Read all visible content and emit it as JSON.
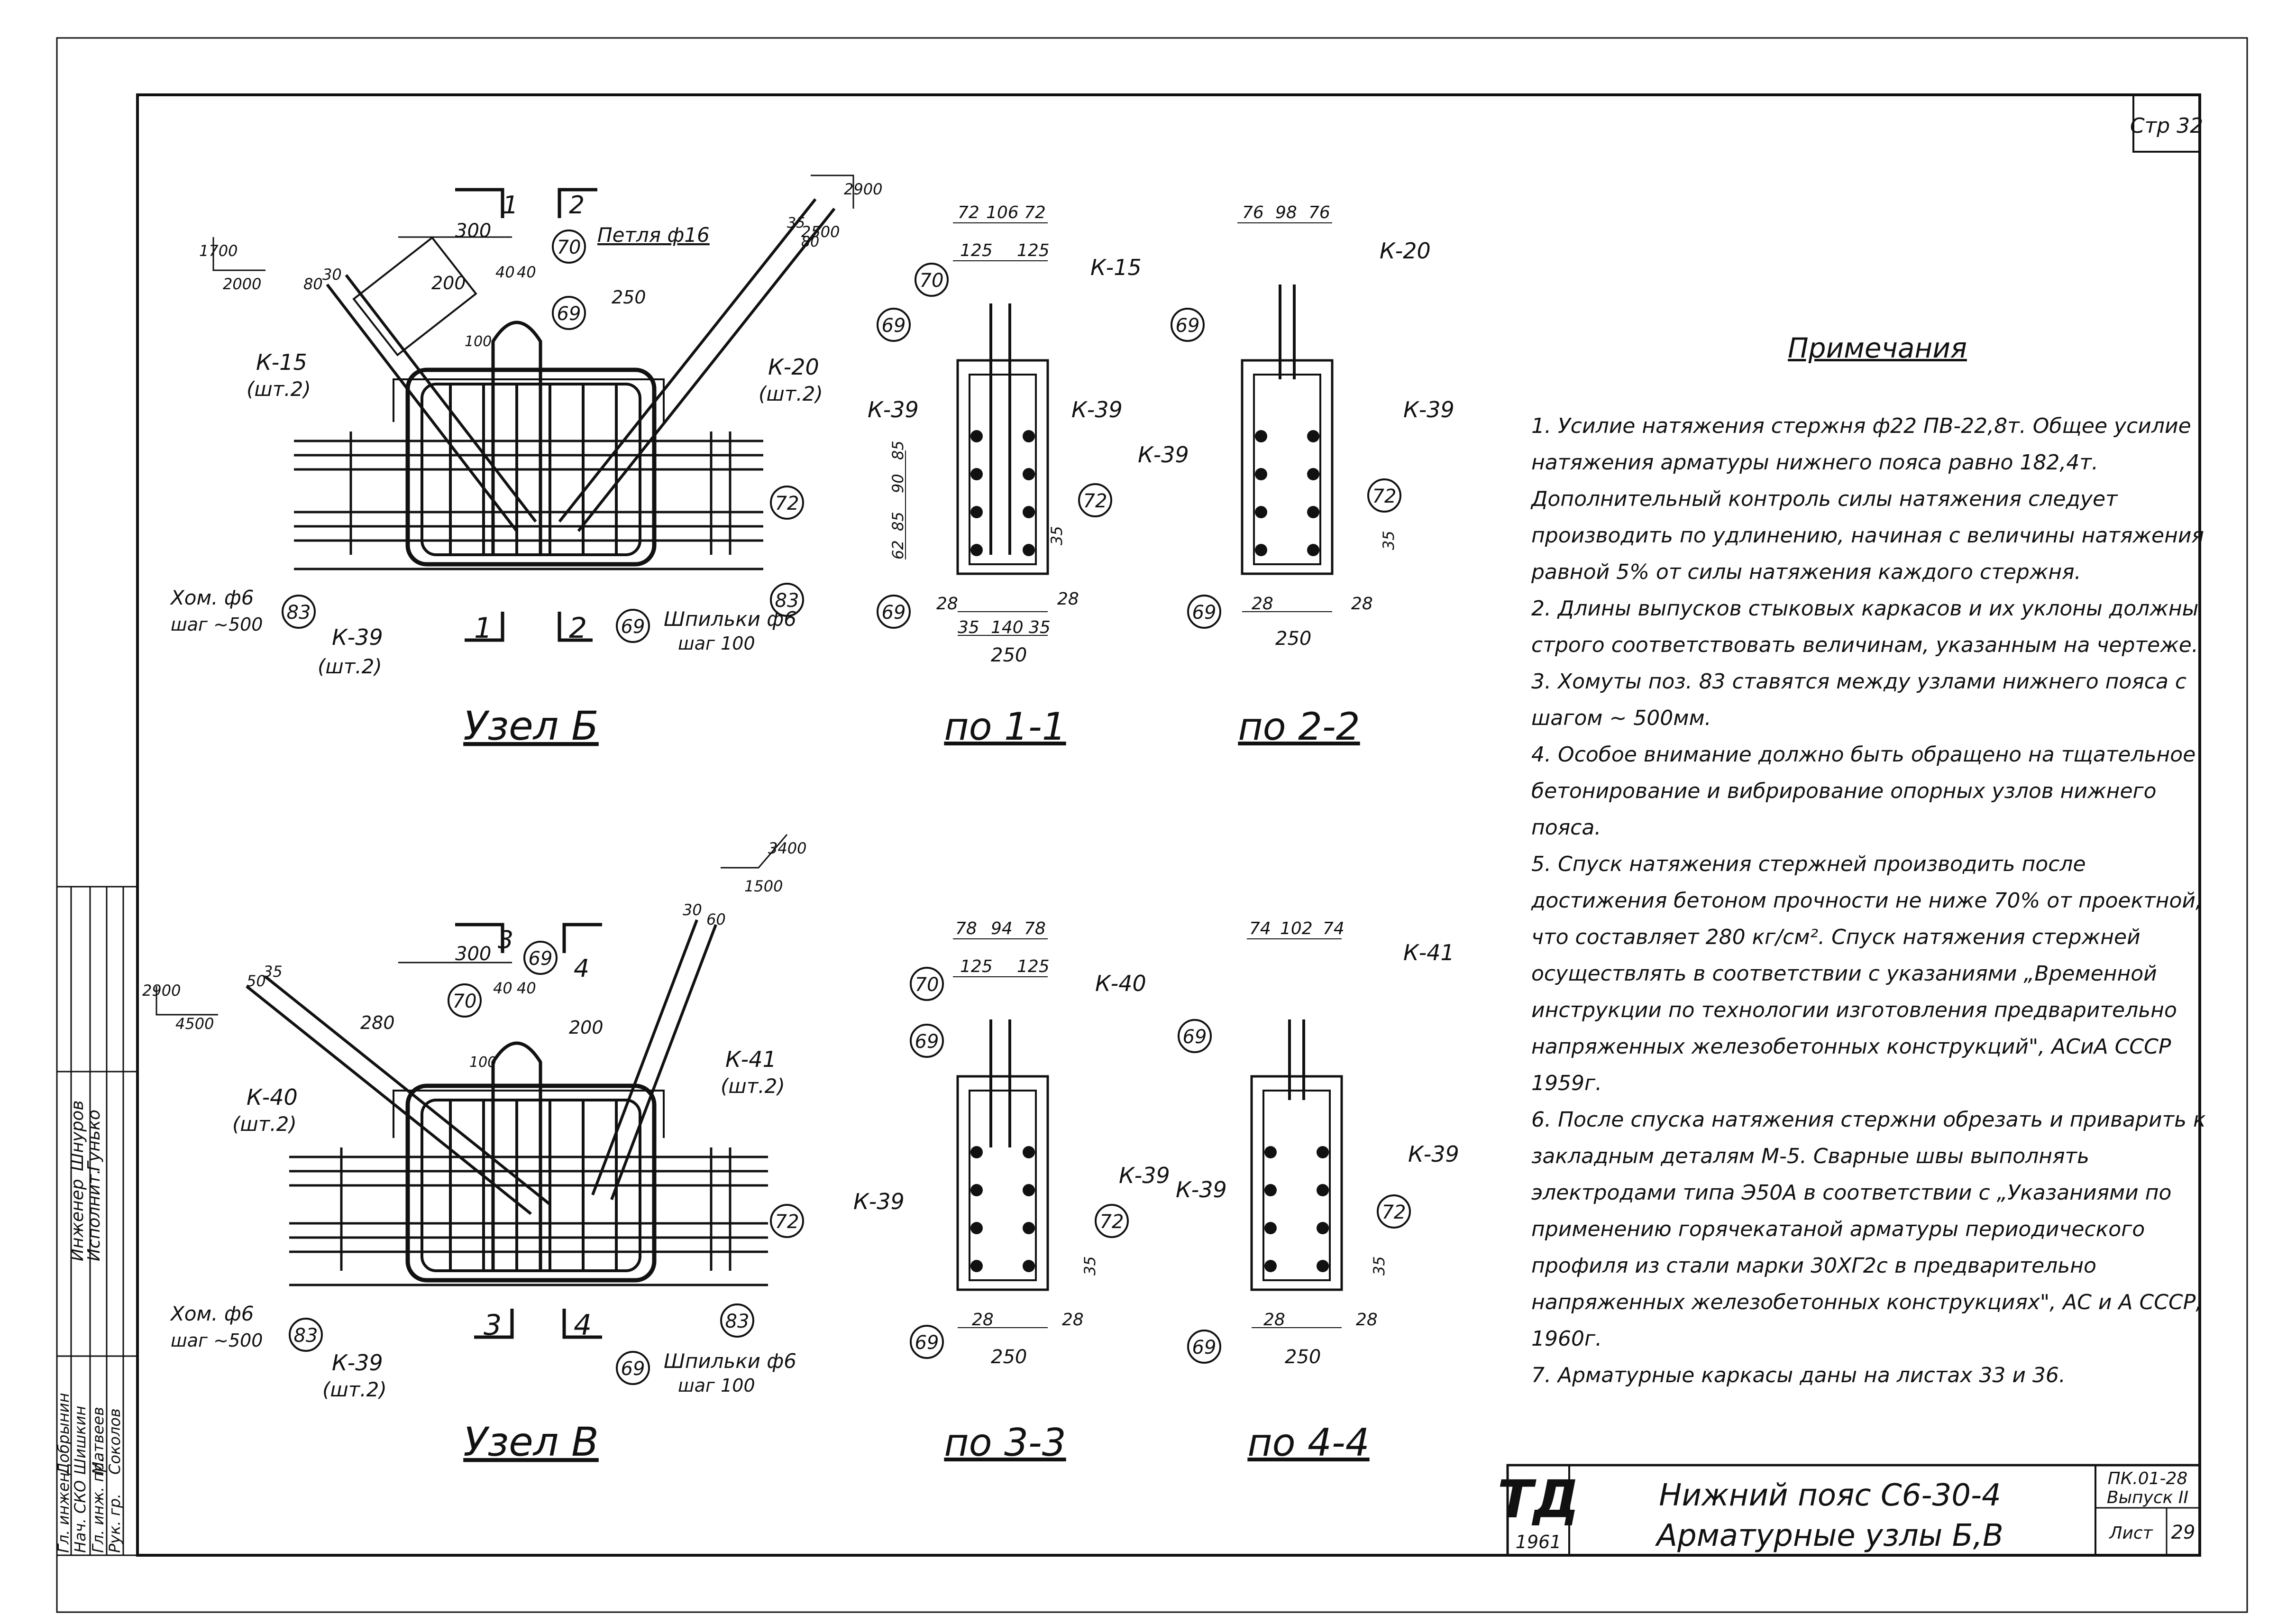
{
  "sheet": {
    "page_corner": "Стр 32",
    "node_b": {
      "title": "Узел Б",
      "section_marks": [
        "1",
        "2",
        "1",
        "2"
      ],
      "dims": [
        "300",
        "200",
        "40",
        "40",
        "250",
        "80",
        "30",
        "100",
        "35",
        "80",
        "1700",
        "2000",
        "2900",
        "2500"
      ],
      "labels": {
        "loop": "Петля ф16",
        "k15": "К-15",
        "k15_qty": "(шт.2)",
        "k20": "К-20",
        "k20_qty": "(шт.2)",
        "k39": "К-39",
        "k39_qty": "(шт.2)",
        "clamp": "Хом. ф6",
        "clamp_step": "шаг ~500",
        "pins": "Шпильки ф6",
        "pins_step": "шаг 100"
      },
      "markers": [
        "70",
        "69",
        "72",
        "83",
        "83",
        "69"
      ]
    },
    "node_v": {
      "title": "Узел В",
      "section_marks": [
        "3",
        "4",
        "3",
        "4"
      ],
      "dims": [
        "300",
        "280",
        "40",
        "40",
        "200",
        "50",
        "35",
        "100",
        "30",
        "60",
        "2900",
        "4500",
        "3400",
        "1500"
      ],
      "labels": {
        "k40": "К-40",
        "k40_qty": "(шт.2)",
        "k41": "К-41",
        "k41_qty": "(шт.2)",
        "k39": "К-39",
        "k39_qty": "(шт.2)",
        "clamp": "Хом. ф6",
        "clamp_step": "шаг ~500",
        "pins": "Шпильки ф6",
        "pins_step": "шаг 100"
      },
      "markers": [
        "70",
        "69",
        "72",
        "83",
        "83",
        "69"
      ]
    },
    "sec_1_1": {
      "title": "по 1-1",
      "top_dims": [
        "72",
        "106",
        "72"
      ],
      "second_dims": [
        "125",
        "125"
      ],
      "side_dims": [
        "62",
        "85",
        "90",
        "85"
      ],
      "bottom_dims": [
        "28",
        "28",
        "35",
        "140",
        "35"
      ],
      "width": "250",
      "vert": "35",
      "labels": [
        "К-15",
        "К-39",
        "К-39"
      ],
      "markers": [
        "70",
        "69",
        "72",
        "69"
      ]
    },
    "sec_2_2": {
      "title": "по 2-2",
      "top_dims": [
        "76",
        "98",
        "76"
      ],
      "bottom_dims": [
        "28",
        "28"
      ],
      "width": "250",
      "vert": "35",
      "labels": [
        "К-20",
        "К-39",
        "К-39"
      ],
      "markers": [
        "69",
        "72",
        "69"
      ]
    },
    "sec_3_3": {
      "title": "по 3-3",
      "top_dims": [
        "78",
        "94",
        "78"
      ],
      "second_dims": [
        "125",
        "125"
      ],
      "bottom_dims": [
        "28",
        "28"
      ],
      "width": "250",
      "vert": "35",
      "labels": [
        "К-40",
        "К-39",
        "К-39"
      ],
      "markers": [
        "70",
        "69",
        "72",
        "69"
      ]
    },
    "sec_4_4": {
      "title": "по 4-4",
      "top_dims": [
        "74",
        "102",
        "74"
      ],
      "bottom_dims": [
        "28",
        "28"
      ],
      "width": "250",
      "vert": "35",
      "labels": [
        "К-41",
        "К-39",
        "К-39"
      ],
      "markers": [
        "69",
        "72",
        "69"
      ]
    },
    "notes": {
      "title": "Примечания",
      "items": [
        "1. Усилие натяжения стержня ф22 ПВ-22,8т. Общее усилие натяжения арматуры нижнего пояса равно 182,4т. Дополнительный контроль силы натяжения следует производить по удлинению, начиная с величины натяжения равной 5% от силы натяжения каждого стержня.",
        "2. Длины выпусков стыковых каркасов и их уклоны должны строго соответствовать величинам, указанным на чертеже.",
        "3. Хомуты поз. 83 ставятся между узлами нижнего пояса с шагом ~ 500мм.",
        "4. Особое внимание должно быть обращено на тщательное бетонирование и вибрирование опорных узлов нижнего пояса.",
        "5. Спуск натяжения стержней производить после достижения бетоном прочности не ниже 70% от проектной, что составляет 280 кг/см². Спуск натяжения стержней осуществлять в соответствии с указаниями „Временной инструкции по технологии изготовления предварительно напряженных железобетонных конструкций\", АСиА СССР 1959г.",
        "6. После спуска натяжения стержни обрезать и приварить к закладным деталям М-5. Сварные швы выполнять электродами типа Э50А в соответствии с „Указаниями по применению горячекатаной арматуры периодического профиля из стали марки 30ХГ2с в предварительно напряженных железобетонных конструкциях\", АС и А СССР, 1960г.",
        "7. Арматурные каркасы даны на листах 33 и 36."
      ]
    },
    "title_block": {
      "logo": "ТД",
      "year": "1961",
      "line1": "Нижний пояс С6-30-4",
      "line2": "Арматурные узлы Б,В",
      "code": "ПК.01-28",
      "issue": "Выпуск II",
      "sheet_label": "Лист",
      "sheet_no": "29"
    },
    "signatures": {
      "rows": [
        [
          "Инженер",
          "Шнуров"
        ],
        [
          "Исполнит.",
          "Гунько"
        ]
      ],
      "rows2": [
        [
          "Гл. инжен.",
          "Добрынин"
        ],
        [
          "Нач. СКО",
          "Шишкин"
        ],
        [
          "Гл. инж. пр.",
          "Матвеев"
        ],
        [
          "Рук. гр.",
          "Соколов"
        ]
      ]
    }
  }
}
